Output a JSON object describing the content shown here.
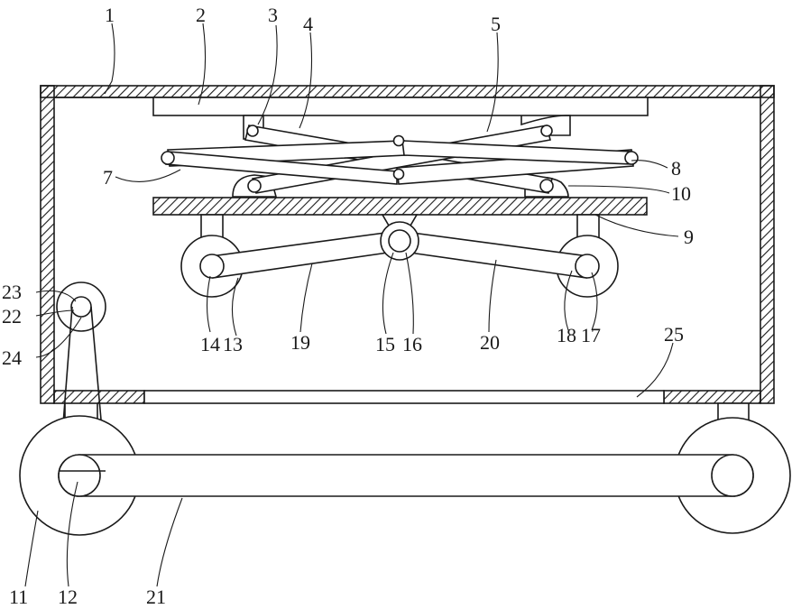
{
  "labels": {
    "l1": "1",
    "l2": "2",
    "l3": "3",
    "l4": "4",
    "l5": "5",
    "l7": "7",
    "l8": "8",
    "l9": "9",
    "l10": "10",
    "l11": "11",
    "l12": "12",
    "l13": "13",
    "l14": "14",
    "l15": "15",
    "l16": "16",
    "l17": "17",
    "l18": "18",
    "l19": "19",
    "l20": "20",
    "l21": "21",
    "l22": "22",
    "l23": "23",
    "l24": "24",
    "l25": "25"
  }
}
